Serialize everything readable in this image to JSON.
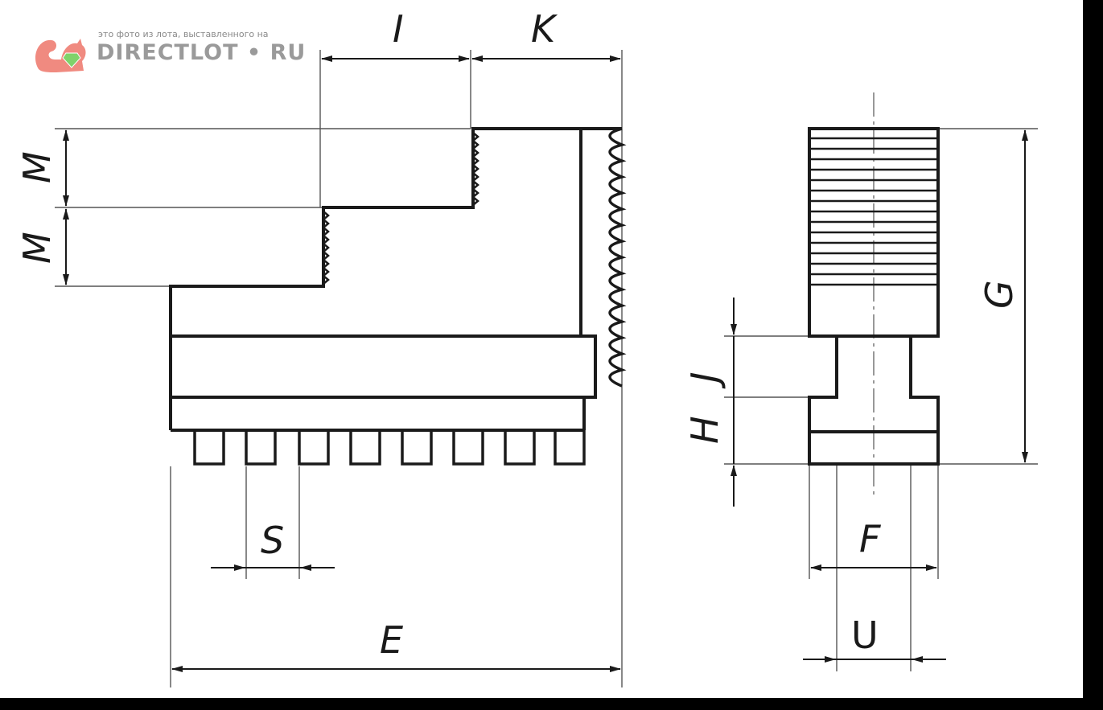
{
  "watermark": {
    "caption": "это фото из лота, выставленного на",
    "brand": "DIRECTLOT • RU",
    "logo_icon": "squirrel-icon",
    "logo_color": "#f08a80",
    "gem_color": "#7fd36b"
  },
  "labels": {
    "I": "I",
    "K": "K",
    "M_top": "M",
    "M_bottom": "M",
    "S": "S",
    "E": "E",
    "G": "G",
    "J": "J",
    "H": "H",
    "F": "F",
    "U": "U"
  },
  "colors": {
    "background": "#ffffff",
    "border": "#000000",
    "ink": "#1a1a1a"
  }
}
